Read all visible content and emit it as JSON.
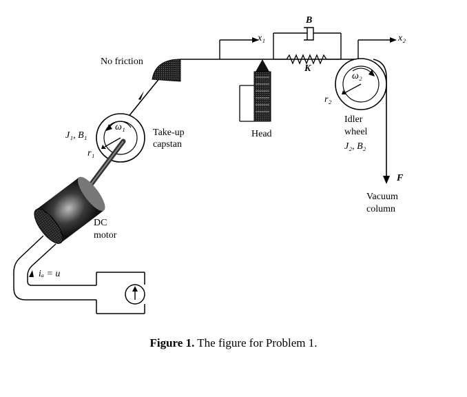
{
  "labels": {
    "no_friction": "No friction",
    "x1": "x₁",
    "x2": "x₂",
    "B": "B",
    "K": "K",
    "omega2": "ω₂",
    "r2": "r₂",
    "omega1": "ω₁",
    "r1": "r₁",
    "J1B1": "J₁, B₁",
    "takeup_line1": "Take-up",
    "takeup_line2": "capstan",
    "head": "Head",
    "idler_line1": "Idler",
    "idler_line2": "wheel",
    "J2B2": "J₂, B₂",
    "F": "F",
    "vacuum_line1": "Vacuum",
    "vacuum_line2": "column",
    "dc_line1": "DC",
    "dc_line2": "motor",
    "ia": "iₐ = u"
  },
  "caption": {
    "bold": "Figure 1.",
    "text": " The figure for Problem 1."
  }
}
